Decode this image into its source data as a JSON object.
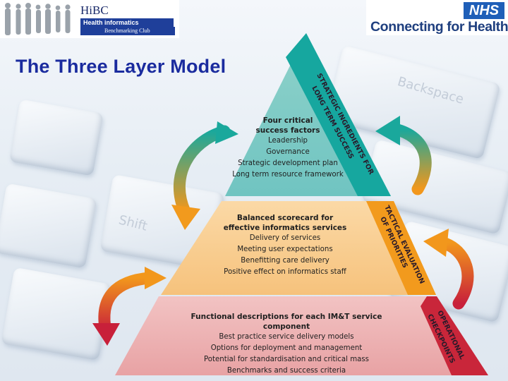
{
  "header": {
    "hibc": {
      "name": "HiBC",
      "tagline": "Health informatics",
      "sub": "Benchmarking Club"
    },
    "nhs": {
      "badge": "NHS",
      "text": "Connecting for Health"
    }
  },
  "title": "The Three Layer Model",
  "keyboard": {
    "backspace": "Backspace",
    "shift": "Shift"
  },
  "layers": [
    {
      "heading_lines": [
        "Four critical",
        "success factors"
      ],
      "items": [
        "Leadership",
        "Governance",
        "Strategic development plan",
        "Long term resource framework"
      ],
      "side_lines": [
        "STRATEGIC INGREDIENTS FOR",
        "LONG TERM SUCCESS"
      ],
      "color": "#7ccbc5"
    },
    {
      "heading_lines": [
        "Balanced scorecard for",
        "effective informatics services"
      ],
      "items": [
        "Delivery of services",
        "Meeting user expectations",
        "Benefitting care delivery",
        "Positive effect on informatics staff"
      ],
      "side_lines": [
        "TACTICAL EVALUATION",
        "OF PRIORITIES"
      ],
      "color": "#f8cd8d"
    },
    {
      "heading_lines": [
        "Functional descriptions for each IM&T service component"
      ],
      "items": [
        "Best practice service delivery models",
        "Options for deployment and management",
        "Potential for standardisation and critical mass",
        "Benchmarks and success criteria"
      ],
      "side_lines": [
        "OPERATIONAL",
        "CHECKPOINTS"
      ],
      "color": "#ecb1b2"
    }
  ],
  "colors": {
    "title": "#1a2b9e",
    "nhs_blue": "#1f5fb8",
    "side_top": "#15a6a0",
    "side_mid": "#f29a1d",
    "side_bottom": "#c9263a"
  }
}
